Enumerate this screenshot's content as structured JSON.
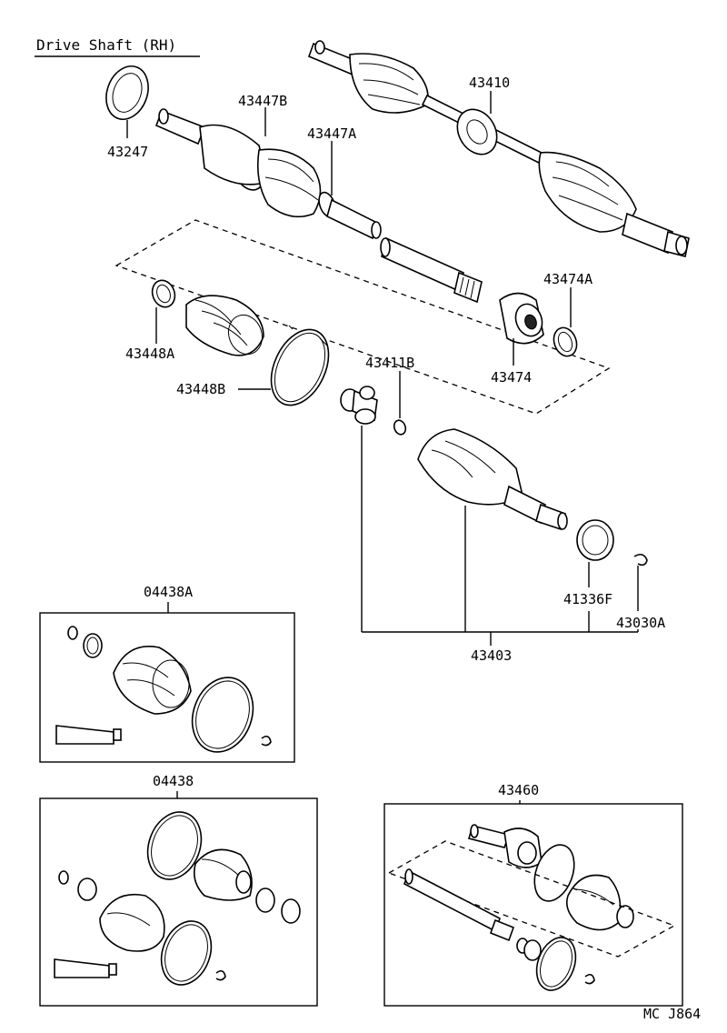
{
  "title": "Drive Shaft (RH)",
  "footer_code": "MC J864",
  "parts": {
    "p43247": "43247",
    "p43447B": "43447B",
    "p43447A": "43447A",
    "p43410": "43410",
    "p43448A": "43448A",
    "p43448B": "43448B",
    "p43474A": "43474A",
    "p43474": "43474",
    "p43411B": "43411B",
    "p41336F": "41336F",
    "p43030A": "43030A",
    "p43403": "43403"
  },
  "kits": {
    "k04438A": "04438A",
    "k04438": "04438",
    "k43460": "43460"
  }
}
